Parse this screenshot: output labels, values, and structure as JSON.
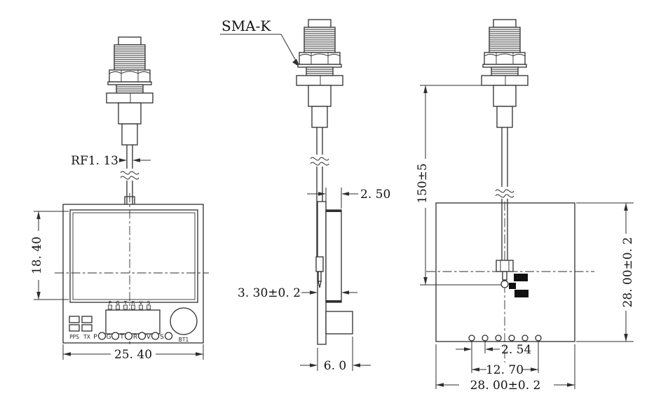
{
  "drawing": {
    "callouts": {
      "sma_connector": "SMA-K",
      "rf_cable": "RF1. 13"
    },
    "front_view": {
      "dim_shield_height": "18. 40",
      "dim_board_width": "25. 40",
      "silk_pps": "PPS",
      "silk_tx": "TX",
      "silk_bt1": "BT1",
      "pad_letters": [
        "P",
        "G",
        "T",
        "R",
        "V",
        "S"
      ],
      "pin_letters": [
        "P",
        "G",
        "T",
        "R",
        "V",
        "S"
      ]
    },
    "side_view": {
      "dim_shield_depth": "2. 50",
      "dim_total_thickness": "3. 30±0. 2",
      "dim_connector_depth": "6. 0"
    },
    "back_view": {
      "dim_cable_length": "150±5",
      "dim_pin_pitch": "2. 54",
      "dim_pin_span": "12. 70",
      "dim_board_width": "28. 00±0. 2",
      "dim_board_height": "28. 00±0. 2"
    }
  }
}
